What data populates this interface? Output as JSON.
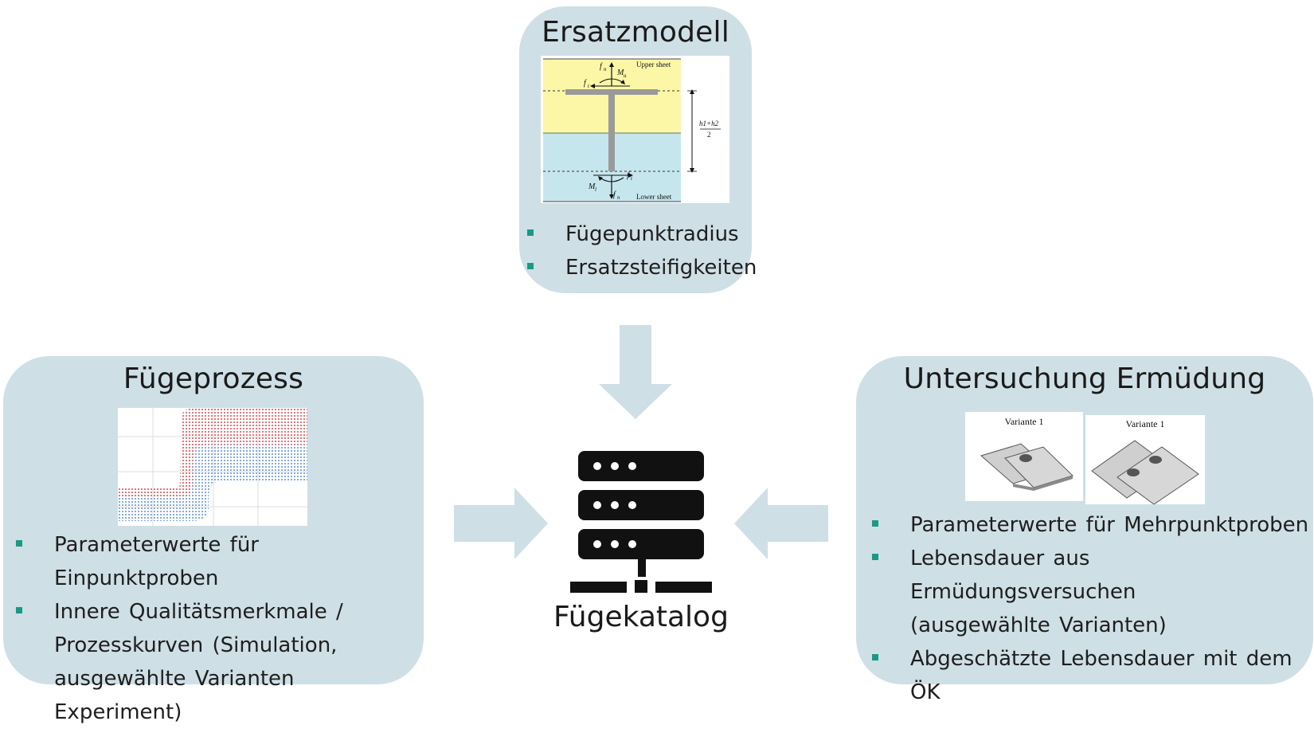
{
  "ersatzmodell": {
    "title": "Ersatzmodell",
    "bullets": [
      "Fügepunktradius",
      "Ersatzsteifigkeiten"
    ],
    "figure": {
      "upper_label": "Upper sheet",
      "lower_label": "Lower sheet",
      "fn": "fn",
      "fn_sub": "n",
      "ft_sub": "t",
      "mu": "M",
      "mu_sub": "u",
      "ml_sub": "l",
      "h_label_top": "h1+h2",
      "h_label_bottom": "2"
    }
  },
  "fuegeprozess": {
    "title": "Fügeprozess",
    "bullets": [
      "Parameterwerte für Einpunktproben",
      "Innere Qualitätsmerkmale /",
      "Prozesskurven (Simulation,",
      "ausgewählte Varianten Experiment)"
    ]
  },
  "ermuedung": {
    "title": "Untersuchung Ermüdung",
    "bullets": [
      "Parameterwerte für Mehrpunktproben",
      "Lebensdauer aus Ermüdungsversuchen",
      "(ausgewählte Varianten)",
      "Abgeschätzte Lebensdauer mit dem ÖK"
    ],
    "variant_labels": [
      "Variante 1",
      "Variante 1"
    ]
  },
  "catalog": {
    "label": "Fügekatalog"
  },
  "colors": {
    "card_bg": "#cfdfe6",
    "arrow": "#cfdfe6",
    "bullet": "#1a9985",
    "upper_sheet": "#fbf7a6",
    "lower_sheet": "#c6e6ee",
    "mesh_red": "#e0474c",
    "mesh_blue": "#5d8fd6"
  }
}
